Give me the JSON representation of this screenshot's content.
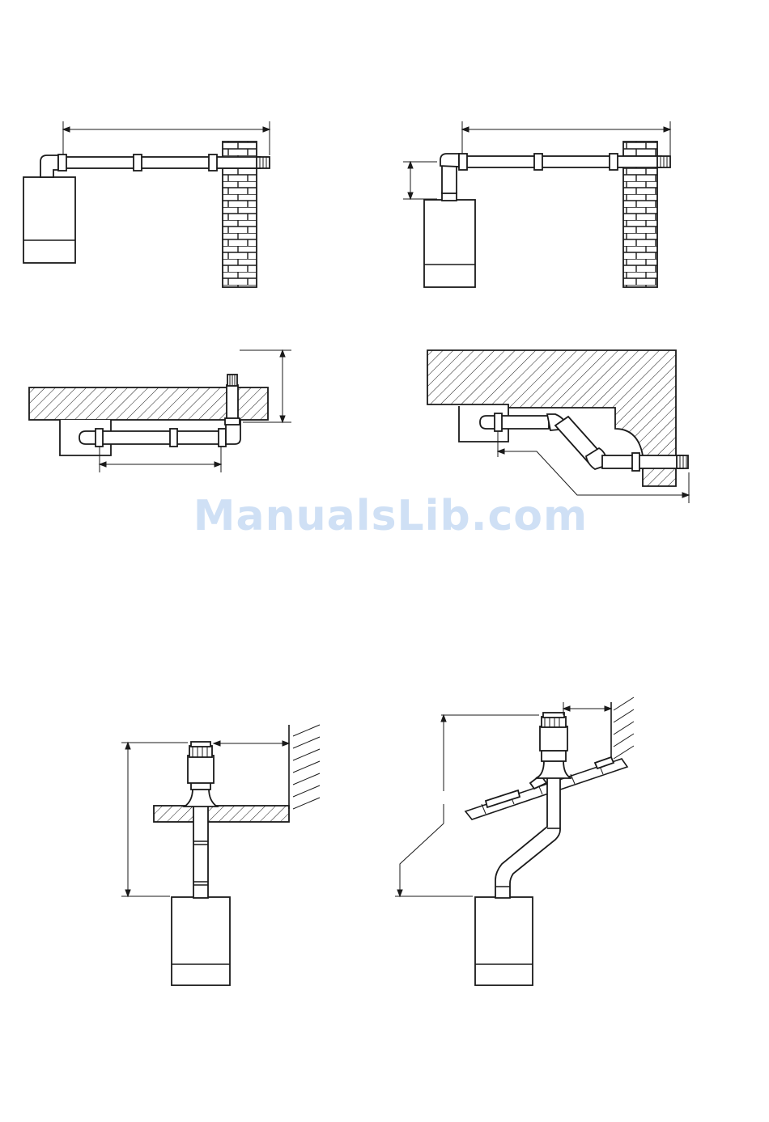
{
  "watermark": {
    "text": "ManualsLib.com"
  },
  "figures": [
    {
      "name": "horizontal-flue-rear-outlet"
    },
    {
      "name": "horizontal-flue-with-vertical-extension"
    },
    {
      "name": "flue-through-ceiling-overhang"
    },
    {
      "name": "flue-with-offset-bends-under-soffit"
    },
    {
      "name": "vertical-flue-flat-roof"
    },
    {
      "name": "vertical-flue-pitched-roof-with-offset"
    }
  ]
}
